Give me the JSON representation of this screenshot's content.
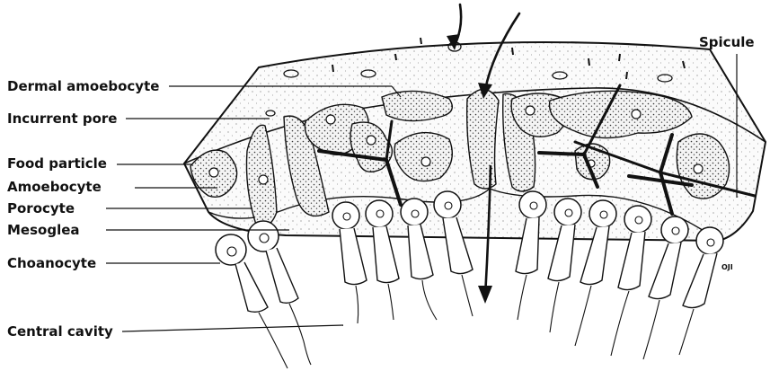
{
  "labels": {
    "dermal_amoebocyte": "Dermal amoebocyte",
    "incurrent_pore": "Incurrent pore",
    "food_particle": "Food particle",
    "amoebocyte": "Amoebocyte",
    "porocyte": "Porocyte",
    "mesoglea": "Mesoglea",
    "choanocyte": "Choanocyte",
    "central_cavity": "Central cavity",
    "spicule": "Spicule"
  },
  "signature": "OJI"
}
